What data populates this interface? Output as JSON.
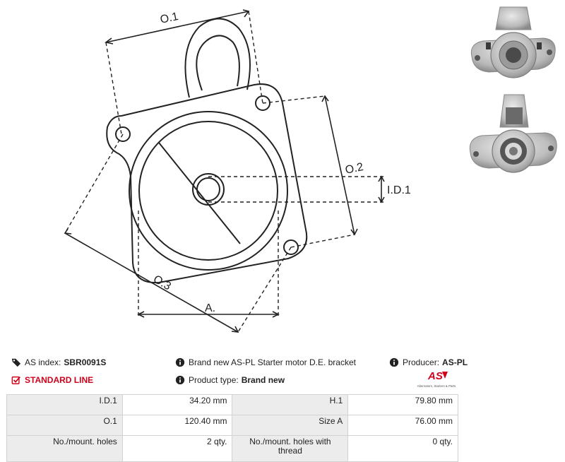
{
  "drawing_labels": {
    "o1": "O.1",
    "o2": "O.2",
    "o3": "O.3",
    "id1": "I.D.1",
    "a": "A."
  },
  "info": {
    "index_label": "AS index:",
    "index_value": "SBR0091S",
    "line": "STANDARD LINE",
    "description": "Brand new AS-PL Starter motor D.E. bracket",
    "type_label": "Product type:",
    "type_value": "Brand new",
    "producer_label": "Producer:",
    "producer_value": "AS-PL"
  },
  "logo": {
    "mark": "AS",
    "tagline": "Alternators, Starters & Parts"
  },
  "specs": [
    {
      "k1": "I.D.1",
      "v1": "34.20 mm",
      "k2": "H.1",
      "v2": "79.80 mm"
    },
    {
      "k1": "O.1",
      "v1": "120.40 mm",
      "k2": "Size A",
      "v2": "76.00 mm"
    },
    {
      "k1": "No./mount. holes",
      "v1": "2 qty.",
      "k2": "No./mount. holes with thread",
      "v2": "0 qty."
    }
  ],
  "colors": {
    "accent": "#d0021b",
    "line": "#222222",
    "table_key_bg": "#ececec",
    "table_border": "#d2d2d2"
  }
}
